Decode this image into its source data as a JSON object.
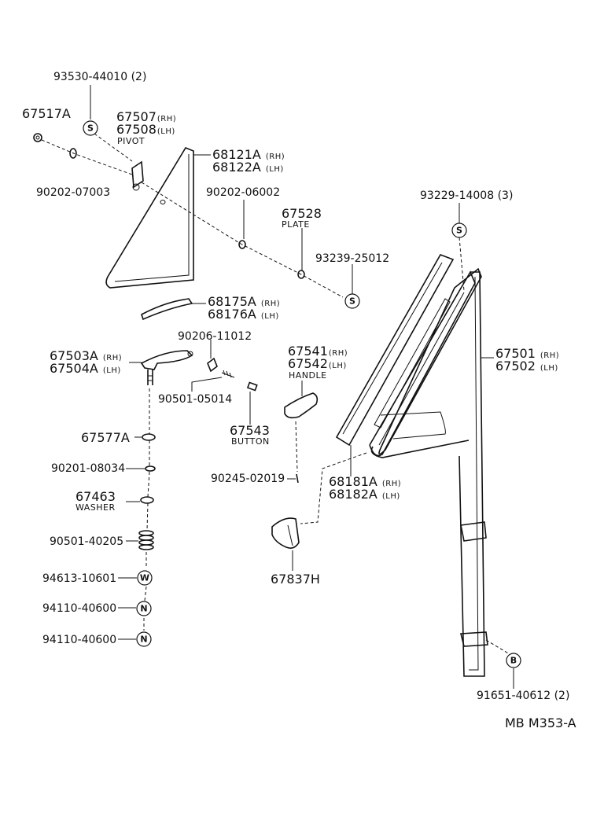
{
  "diagram_code": "MB M353-A",
  "symbols": {
    "s": "S",
    "w": "W",
    "n": "N",
    "b": "B"
  },
  "parts": {
    "p93530": {
      "num": "93530-44010",
      "qty": "(2)"
    },
    "p67517": {
      "num": "67517A"
    },
    "p67507": {
      "rh": "67507",
      "rh_tag": "(RH)",
      "lh": "67508",
      "lh_tag": "(LH)",
      "name": "PIVOT"
    },
    "p90202a": {
      "num": "90202-07003"
    },
    "p68121": {
      "rh": "68121A",
      "rh_tag": "(RH)",
      "lh": "68122A",
      "lh_tag": "(LH)"
    },
    "p90202b": {
      "num": "90202-06002"
    },
    "p67528": {
      "num": "67528",
      "name": "PLATE"
    },
    "p93239": {
      "num": "93239-25012"
    },
    "p93229": {
      "num": "93229-14008",
      "qty": "(3)"
    },
    "p68175": {
      "rh": "68175A",
      "rh_tag": "(RH)",
      "lh": "68176A",
      "lh_tag": "(LH)"
    },
    "p90206": {
      "num": "90206-11012"
    },
    "p67503": {
      "rh": "67503A",
      "rh_tag": "(RH)",
      "lh": "67504A",
      "lh_tag": "(LH)"
    },
    "p67541": {
      "rh": "67541",
      "rh_tag": "(RH)",
      "lh": "67542",
      "lh_tag": "(LH)",
      "name": "HANDLE"
    },
    "p67501": {
      "rh": "67501",
      "rh_tag": "(RH)",
      "lh": "67502",
      "lh_tag": "(LH)"
    },
    "p90501a": {
      "num": "90501-05014"
    },
    "p67543": {
      "num": "67543",
      "name": "BUTTON"
    },
    "p67577": {
      "num": "67577A"
    },
    "p90201": {
      "num": "90201-08034"
    },
    "p90245": {
      "num": "90245-02019"
    },
    "p68181": {
      "rh": "68181A",
      "rh_tag": "(RH)",
      "lh": "68182A",
      "lh_tag": "(LH)"
    },
    "p67463": {
      "num": "67463",
      "name": "WASHER"
    },
    "p90501b": {
      "num": "90501-40205"
    },
    "p67837": {
      "num": "67837H"
    },
    "p94613": {
      "num": "94613-10601"
    },
    "p94110a": {
      "num": "94110-40600"
    },
    "p94110b": {
      "num": "94110-40600"
    },
    "p91651": {
      "num": "91651-40612",
      "qty": "(2)"
    }
  }
}
